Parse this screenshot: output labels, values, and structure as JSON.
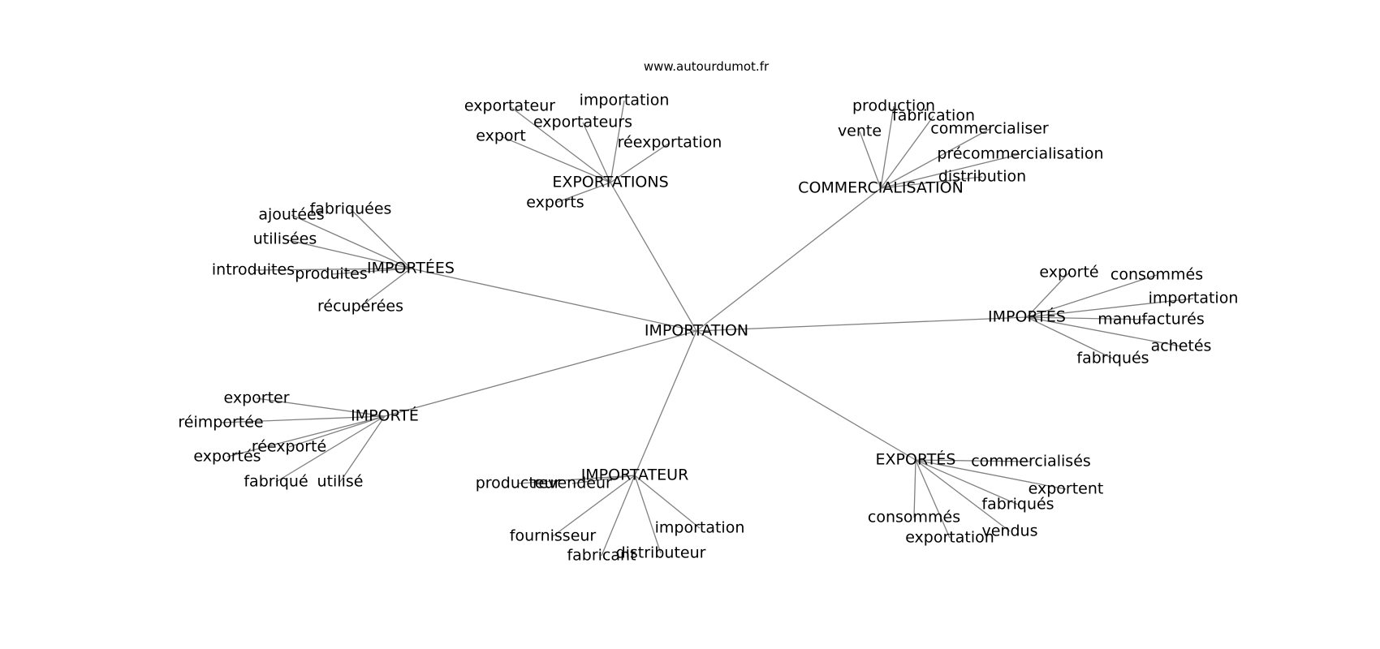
{
  "watermark": "www.autourdumot.fr",
  "root": "IMPORTATION",
  "clusters": [
    {
      "hub": "EXPORTATIONS",
      "words": [
        "exportateur",
        "importation",
        "exportateurs",
        "export",
        "réexportation",
        "exports"
      ]
    },
    {
      "hub": "COMMERCIALISATION",
      "words": [
        "production",
        "fabrication",
        "vente",
        "commercialiser",
        "précommercialisation",
        "distribution"
      ]
    },
    {
      "hub": "IMPORTÉES",
      "words": [
        "fabriquées",
        "ajoutées",
        "utilisées",
        "introduites",
        "produites",
        "récupérées"
      ]
    },
    {
      "hub": "IMPORTÉS",
      "words": [
        "exporté",
        "consommés",
        "importation",
        "manufacturés",
        "achetés",
        "fabriqués"
      ]
    },
    {
      "hub": "IMPORTÉ",
      "words": [
        "exporter",
        "réimportée",
        "réexporté",
        "exportés",
        "fabriqué",
        "utilisé"
      ]
    },
    {
      "hub": "IMPORTATEUR",
      "words": [
        "producteur",
        "revendeur",
        "fournisseur",
        "importation",
        "fabricant",
        "distributeur"
      ]
    },
    {
      "hub": "EXPORTÉS",
      "words": [
        "commercialisés",
        "exportent",
        "fabriqués",
        "consommés",
        "vendus",
        "exportation"
      ]
    }
  ]
}
